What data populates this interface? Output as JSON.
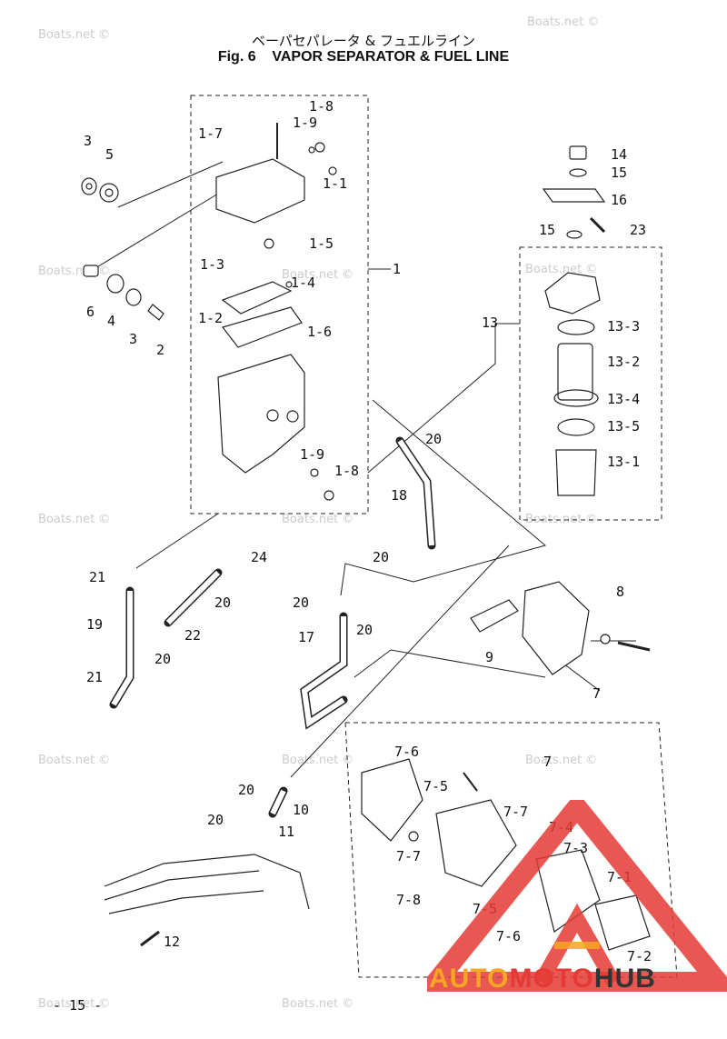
{
  "title": {
    "japanese": "ベーパセパレータ & フュエルライン",
    "fig_label": "Fig. 6",
    "english": "VAPOR SEPARATOR & FUEL LINE"
  },
  "page_number": "- 15 -",
  "watermark": "Boats.net ©",
  "part_labels": {
    "p1": "1",
    "p1_1": "1-1",
    "p1_2": "1-2",
    "p1_3": "1-3",
    "p1_4": "1-4",
    "p1_5": "1-5",
    "p1_6": "1-6",
    "p1_7": "1-7",
    "p1_8a": "1-8",
    "p1_8b": "1-8",
    "p1_9a": "1-9",
    "p1_9b": "1-9",
    "p2": "2",
    "p3a": "3",
    "p3b": "3",
    "p4": "4",
    "p5": "5",
    "p6": "6",
    "p7a": "7",
    "p7b": "7",
    "p7_1": "7-1",
    "p7_2": "7-2",
    "p7_3": "7-3",
    "p7_4": "7-4",
    "p7_5a": "7-5",
    "p7_5b": "7-5",
    "p7_6a": "7-6",
    "p7_6b": "7-6",
    "p7_7a": "7-7",
    "p7_7b": "7-7",
    "p7_8": "7-8",
    "p8": "8",
    "p9": "9",
    "p10": "10",
    "p11": "11",
    "p12": "12",
    "p13": "13",
    "p13_1": "13-1",
    "p13_2": "13-2",
    "p13_3": "13-3",
    "p13_4": "13-4",
    "p13_5": "13-5",
    "p14": "14",
    "p15a": "15",
    "p15b": "15",
    "p16": "16",
    "p17": "17",
    "p18": "18",
    "p19": "19",
    "p20a": "20",
    "p20b": "20",
    "p20c": "20",
    "p20d": "20",
    "p20e": "20",
    "p20f": "20",
    "p20g": "20",
    "p20h": "20",
    "p21a": "21",
    "p21b": "21",
    "p22": "22",
    "p23": "23",
    "p24": "24"
  },
  "logo": {
    "part1": "AUTO",
    "part2": "MOTO",
    "part3": "HUB",
    "color_primary": "#e53935",
    "color_accent": "#f5a623"
  }
}
